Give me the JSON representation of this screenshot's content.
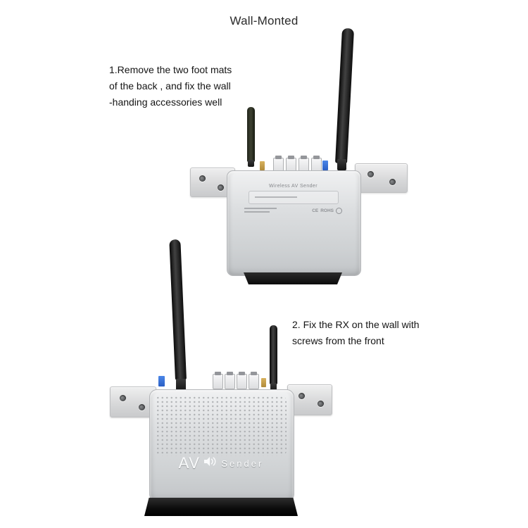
{
  "page": {
    "title": "Wall-Monted"
  },
  "instructions": {
    "step1_line1": "1.Remove the two foot mats",
    "step1_line2": "of  the back , and fix the wall",
    "step1_line3": "-handing accessories well",
    "step2_line1": "2. Fix the RX on the wall with",
    "step2_line2": "screws from the front"
  },
  "device_back": {
    "label_title": "Wireless AV Sender",
    "cert_ce": "CE",
    "cert_rohs": "ROHS"
  },
  "device_front": {
    "brand_primary": "AV",
    "brand_secondary": "Sender"
  }
}
